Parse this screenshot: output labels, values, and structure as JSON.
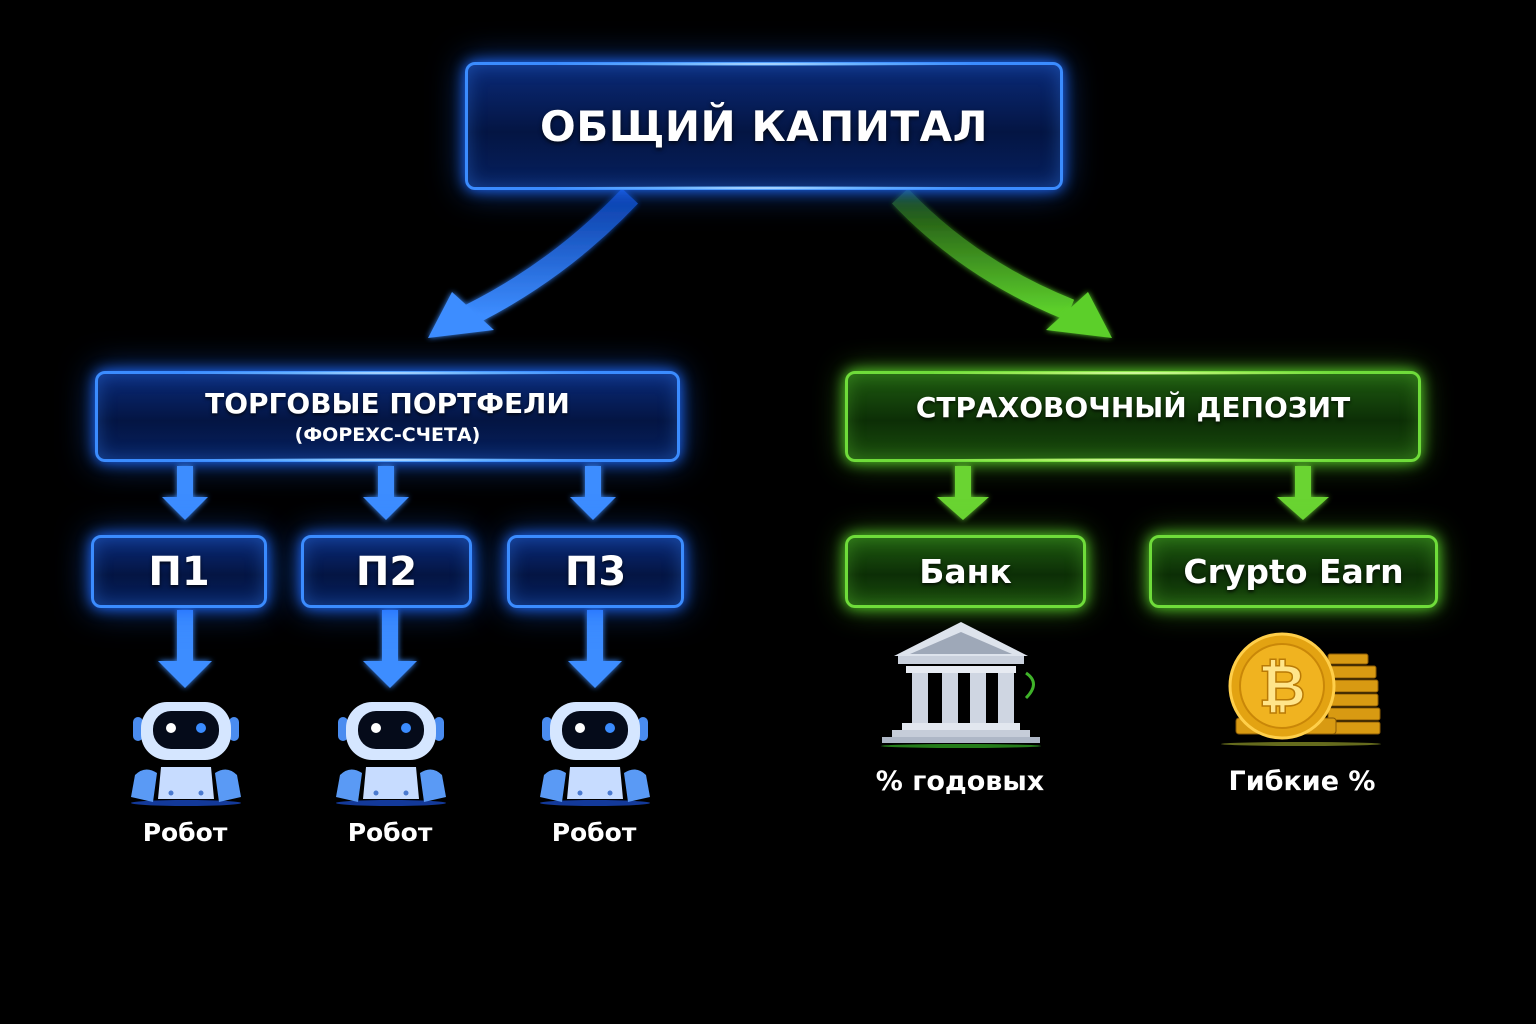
{
  "diagram": {
    "root": {
      "title": "ОБЩИЙ КАПИТАЛ",
      "color": "#3b8cff"
    },
    "branches": [
      {
        "title": "ТОРГОВЫЕ ПОРТФЕЛИ",
        "subtitle": "(ФОРЕХС-СЧЕТА)",
        "color": "#3b8cff",
        "children": [
          {
            "label": "П1",
            "icon": "robot-icon",
            "caption": "Робот"
          },
          {
            "label": "П2",
            "icon": "robot-icon",
            "caption": "Робот"
          },
          {
            "label": "П3",
            "icon": "robot-icon",
            "caption": "Робот"
          }
        ]
      },
      {
        "title": "СТРАХОВОЧНЫЙ ДЕПОЗИТ",
        "color": "#6fdc3a",
        "children": [
          {
            "label": "Банк",
            "icon": "bank-building-icon",
            "caption": "% годовых"
          },
          {
            "label": "Crypto Earn",
            "icon": "bitcoin-coin-icon",
            "caption": "Гибкие %"
          }
        ]
      }
    ]
  }
}
